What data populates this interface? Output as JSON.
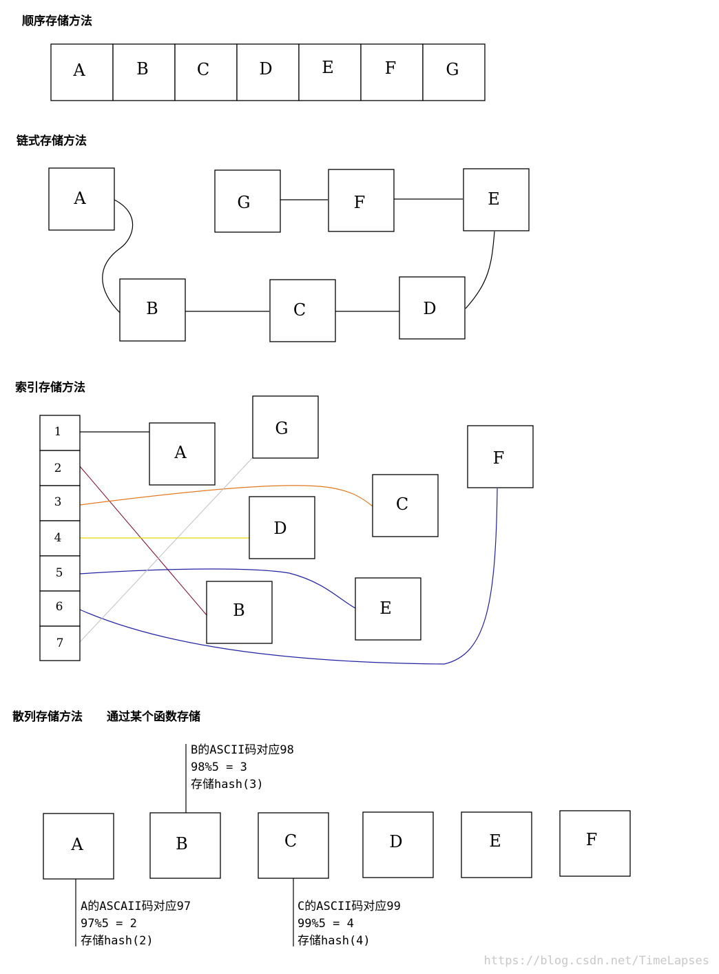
{
  "sequential": {
    "heading": "顺序存储方法",
    "cells": [
      "A",
      "B",
      "C",
      "D",
      "E",
      "F",
      "G"
    ]
  },
  "linked": {
    "heading": "链式存储方法",
    "nodes": {
      "A": "A",
      "B": "B",
      "C": "C",
      "D": "D",
      "E": "E",
      "F": "F",
      "G": "G"
    }
  },
  "indexed": {
    "heading": "索引存储方法",
    "index": [
      "1",
      "2",
      "3",
      "4",
      "5",
      "6",
      "7"
    ],
    "nodes": {
      "A": "A",
      "B": "B",
      "C": "C",
      "D": "D",
      "E": "E",
      "F": "F",
      "G": "G"
    },
    "link_colors": {
      "1": "#000000",
      "2": "#800020",
      "3": "#e07820",
      "4": "#e8d800",
      "5": "#2020a0",
      "6": "#2020a0",
      "7": "#c0c0c0"
    }
  },
  "hashed": {
    "heading": "散列存储方法",
    "subheading": "通过某个函数存储",
    "nodes": [
      "A",
      "B",
      "C",
      "D",
      "E",
      "F"
    ],
    "note_a": [
      "A的ASCAII码对应97",
      "97%5 = 2",
      "存储hash(2)"
    ],
    "note_b": [
      "B的ASCII码对应98",
      "98%5 = 3",
      "存储hash(3)"
    ],
    "note_c": [
      "C的ASCII码对应99",
      "99%5 = 4",
      "存储hash(4)"
    ]
  },
  "watermark": "https://blog.csdn.net/TimeLapses"
}
